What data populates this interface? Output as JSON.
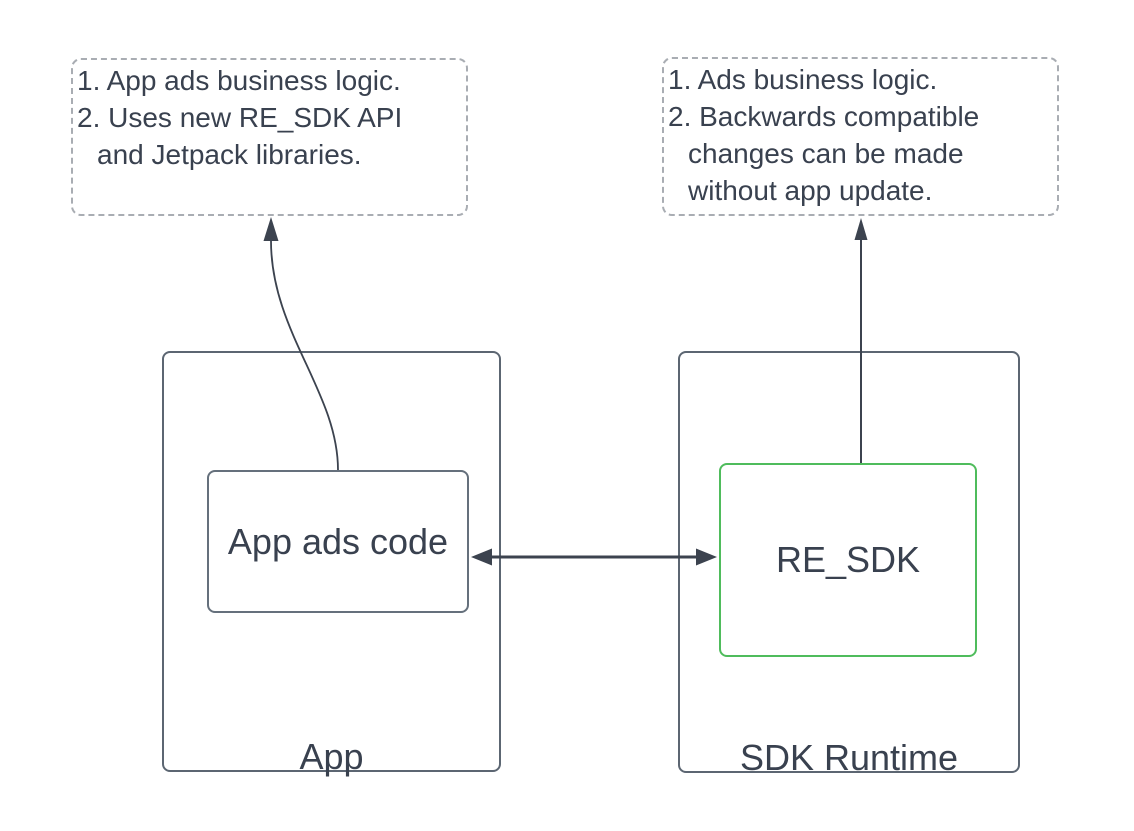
{
  "colors": {
    "ink": "#39414f",
    "container_border": "#5c6672",
    "node_border": "#65707c",
    "green": "#4fbc5c",
    "dashed_border": "#a9adb3",
    "arrow": "#3c434f",
    "bg": "#ffffff"
  },
  "notes": {
    "left": {
      "lines": {
        "0": "1. App ads business logic.",
        "1": "2. Uses new RE_SDK API",
        "2": "and Jetpack libraries."
      }
    },
    "right": {
      "lines": {
        "0": "1. Ads business logic.",
        "1": "2. Backwards compatible",
        "2": "changes can be made",
        "3": "without app update."
      }
    }
  },
  "nodes": {
    "app_container": {
      "label": "App"
    },
    "app_ads_code": {
      "label": "App ads code"
    },
    "sdk_runtime_container": {
      "label": "SDK Runtime"
    },
    "re_sdk": {
      "label": "RE_SDK"
    }
  },
  "edges": [
    {
      "from": "app_ads_code",
      "to": "left_note",
      "style": "curved",
      "arrowhead": "to"
    },
    {
      "from": "re_sdk",
      "to": "right_note",
      "style": "straight",
      "arrowhead": "to"
    },
    {
      "from": "app_ads_code",
      "to": "re_sdk",
      "style": "straight",
      "arrowhead": "both"
    }
  ]
}
